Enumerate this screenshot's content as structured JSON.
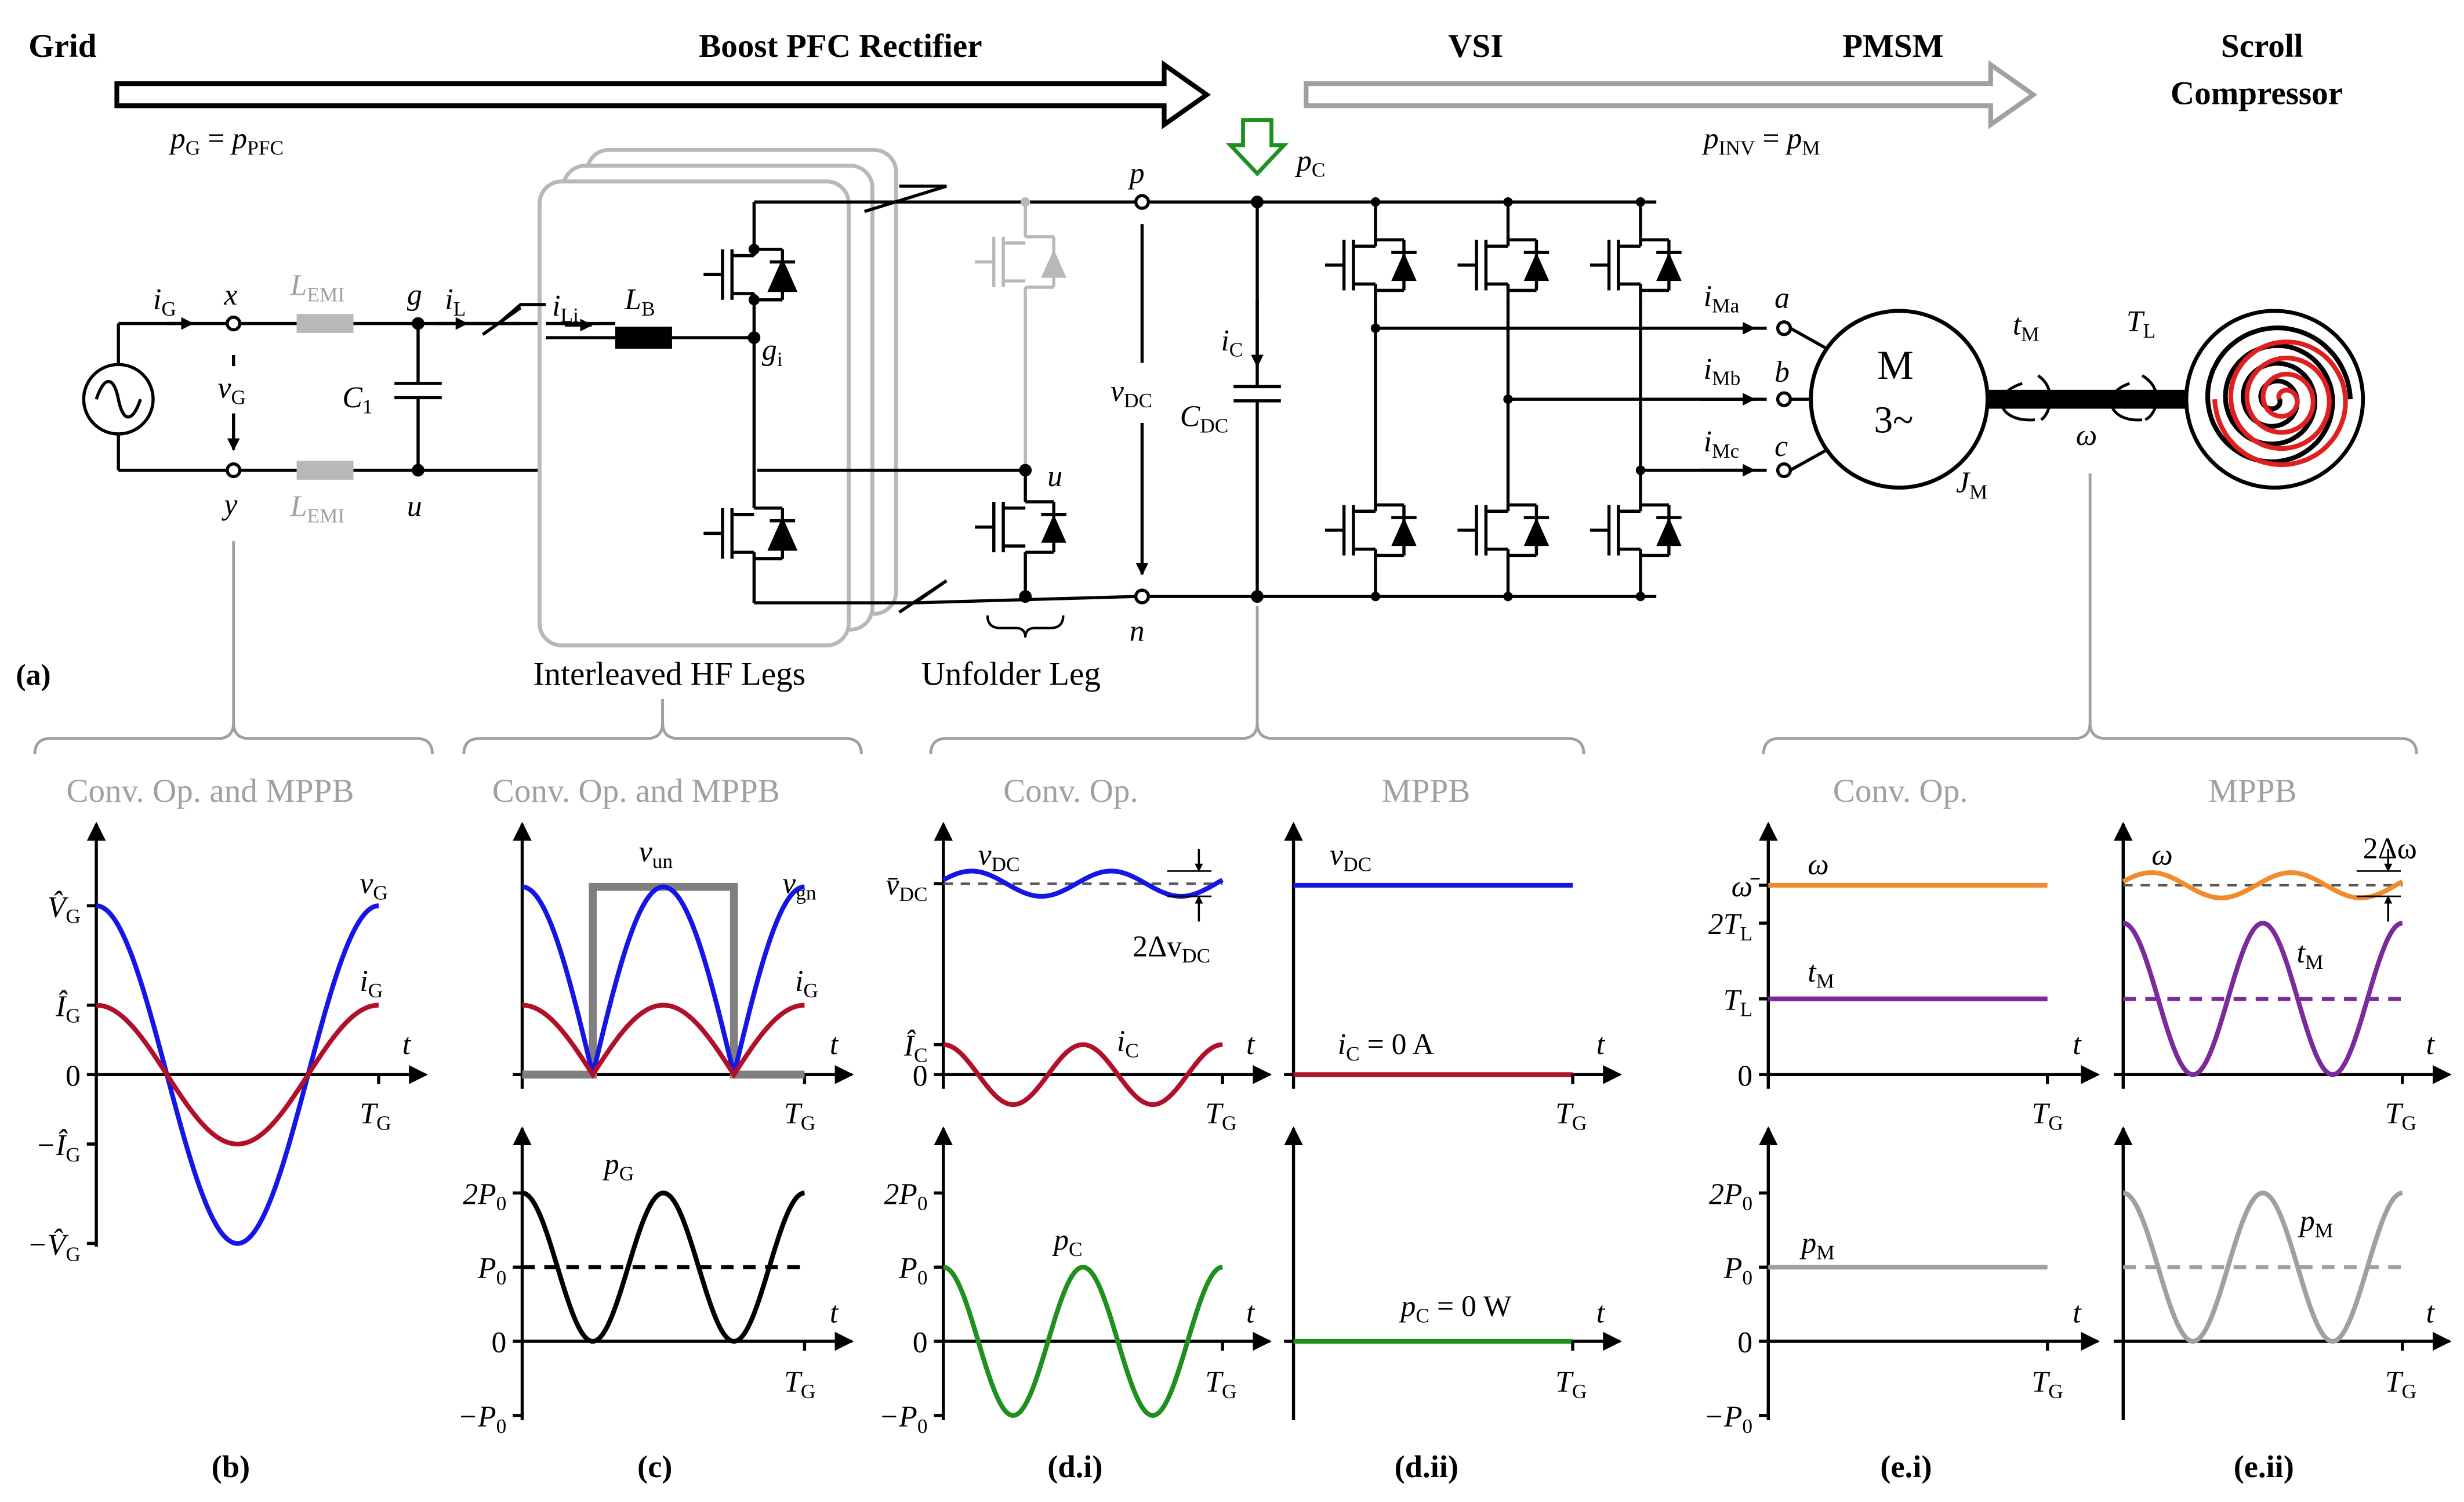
{
  "colors": {
    "blue": "#1515e6",
    "red": "#b0102a",
    "green": "#1f8f1f",
    "orange": "#f28a2e",
    "purple": "#7a2a9a",
    "gray": "#a0a0a0",
    "lightgray": "#b8b8b8",
    "black": "#000000"
  },
  "banner": {
    "grid": "Grid",
    "boost": "Boost PFC Rectifier",
    "vsi": "VSI",
    "pmsm": "PMSM",
    "scroll1": "Scroll",
    "scroll2": "Compressor"
  },
  "circuit": {
    "pG": "p",
    "pG_sub": "G",
    "eq": " = ",
    "pPFC": "p",
    "pPFC_sub": "PFC",
    "pINV": "p",
    "pINV_sub": "INV",
    "pM": "p",
    "pM_sub": "M",
    "pC": "p",
    "pC_sub": "C",
    "iG": "i",
    "iG_sub": "G",
    "vG": "v",
    "vG_sub": "G",
    "x": "x",
    "y": "y",
    "g": "g",
    "u": "u",
    "u2": "u",
    "p": "p",
    "n": "n",
    "LEMI": "L",
    "LEMI_sub": "EMI",
    "C1": "C",
    "C1_sub": "1",
    "iL": "i",
    "iL_sub": "L",
    "iLi": "i",
    "iLi_sub": "Li",
    "LB": "L",
    "LB_sub": "B",
    "gi": "g",
    "gi_sub": "i",
    "vDC": "v",
    "vDC_sub": "DC",
    "iC": "i",
    "iC_sub": "C",
    "CDC": "C",
    "CDC_sub": "DC",
    "iMa": "i",
    "iMa_sub": "Ma",
    "iMb": "i",
    "iMb_sub": "Mb",
    "iMc": "i",
    "iMc_sub": "Mc",
    "a": "a",
    "b": "b",
    "c": "c",
    "motor1": "M",
    "motor2": "3~",
    "JM": "J",
    "JM_sub": "M",
    "tM": "t",
    "tM_sub": "M",
    "TL": "T",
    "TL_sub": "L",
    "omega": "ω",
    "label_a": "(a)",
    "hf_legs": "Interleaved HF Legs",
    "unfolder": "Unfolder Leg"
  },
  "groups": {
    "g1": "Conv. Op. and MPPB",
    "g2": "Conv. Op. and MPPB",
    "g3": "Conv. Op.",
    "g4": "MPPB",
    "g5": "Conv. Op.",
    "g6": "MPPB"
  },
  "panels": {
    "b": "(b)",
    "c": "(c)",
    "di": "(d.i)",
    "dii": "(d.ii)",
    "ei": "(e.i)",
    "eii": "(e.ii)"
  },
  "axis": {
    "t": "t",
    "TG": "T",
    "TG_sub": "G",
    "zero": "0",
    "Vhat": "V̂",
    "Vhat_sub": "G",
    "Ihat": "Î",
    "Ihat_sub": "G",
    "mIhat": "−Î",
    "mIhat_sub": "G",
    "mVhat": "−V̂",
    "mVhat_sub": "G",
    "twoP0": "2P",
    "twoP0_sub": "0",
    "P0": "P",
    "P0_sub": "0",
    "mP0": "−P",
    "mP0_sub": "0",
    "vDCbar": "v̄",
    "vDCbar_sub": "DC",
    "ICbar": "Î",
    "ICbar_sub": "C",
    "omegabar": "ω̄",
    "twoTL": "2T",
    "twoTL_sub": "L",
    "TL": "T",
    "TL_sub": "L"
  },
  "curves": {
    "vG": "v",
    "vG_sub": "G",
    "iG": "i",
    "iG_sub": "G",
    "vun": "v",
    "vun_sub": "un",
    "vgn": "v",
    "vgn_sub": "gn",
    "pG": "p",
    "pG_sub": "G",
    "vDC": "v",
    "vDC_sub": "DC",
    "dvDC": "2Δv",
    "dvDC_sub": "DC",
    "iC": "i",
    "iC_sub": "C",
    "iC0": "i",
    "iC0_sub": "C",
    "iC0_val": " = 0 A",
    "pC": "p",
    "pC_sub": "C",
    "pC0": "p",
    "pC0_sub": "C",
    "pC0_val": " = 0 W",
    "omega": "ω",
    "domega": "2Δω",
    "tM": "t",
    "tM_sub": "M",
    "pM": "p",
    "pM_sub": "M"
  },
  "chart_data": [
    {
      "panel": "(b)",
      "type": "line",
      "x_range": [
        0,
        1
      ],
      "series": [
        {
          "name": "vG",
          "color": "blue",
          "amplitude": 1.0,
          "phase": "cos"
        },
        {
          "name": "iG",
          "color": "red",
          "amplitude": 0.4,
          "phase": "cos"
        }
      ]
    },
    {
      "panel": "(c) top",
      "type": "line",
      "series": [
        {
          "name": "vun",
          "color": "gray",
          "shape": "square between 0.25 and 0.75",
          "level": 1.0
        },
        {
          "name": "vgn",
          "color": "blue",
          "shape": "|cos| rectified",
          "amplitude": 1.0
        },
        {
          "name": "iG",
          "color": "red",
          "shape": "|cos| rectified",
          "amplitude": 0.4
        }
      ]
    },
    {
      "panel": "(c) bottom",
      "type": "line",
      "series": [
        {
          "name": "pG",
          "color": "black",
          "mean": 1,
          "amplitude": 1,
          "frequency": 2
        },
        {
          "name": "P0",
          "style": "dashed",
          "level": 1
        }
      ]
    },
    {
      "panel": "(d.i) top",
      "type": "line",
      "series": [
        {
          "name": "vDC",
          "color": "blue",
          "mean": "vDC bar",
          "ripple": "small",
          "frequency": 2
        },
        {
          "name": "iC",
          "color": "red",
          "frequency": 2
        }
      ]
    },
    {
      "panel": "(d.i) bottom",
      "type": "line",
      "series": [
        {
          "name": "pC",
          "color": "green",
          "amplitude": 1,
          "frequency": 2
        }
      ]
    },
    {
      "panel": "(d.ii)",
      "type": "line",
      "series": [
        {
          "name": "vDC",
          "color": "blue",
          "constant": true
        },
        {
          "name": "iC",
          "color": "red",
          "value": 0
        },
        {
          "name": "pC",
          "color": "green",
          "value": 0
        }
      ]
    },
    {
      "panel": "(e.i)",
      "type": "line",
      "series": [
        {
          "name": "ω",
          "color": "orange",
          "constant": true
        },
        {
          "name": "tM",
          "color": "purple",
          "level": "TL"
        },
        {
          "name": "pM",
          "color": "gray",
          "level": "P0"
        }
      ]
    },
    {
      "panel": "(e.ii)",
      "type": "line",
      "series": [
        {
          "name": "ω",
          "color": "orange",
          "ripple": "small",
          "frequency": 2
        },
        {
          "name": "tM",
          "color": "purple",
          "mean": "TL",
          "amplitude": "TL",
          "frequency": 2
        },
        {
          "name": "pM",
          "color": "gray",
          "mean": "P0",
          "amplitude": "P0",
          "frequency": 2
        }
      ]
    }
  ]
}
